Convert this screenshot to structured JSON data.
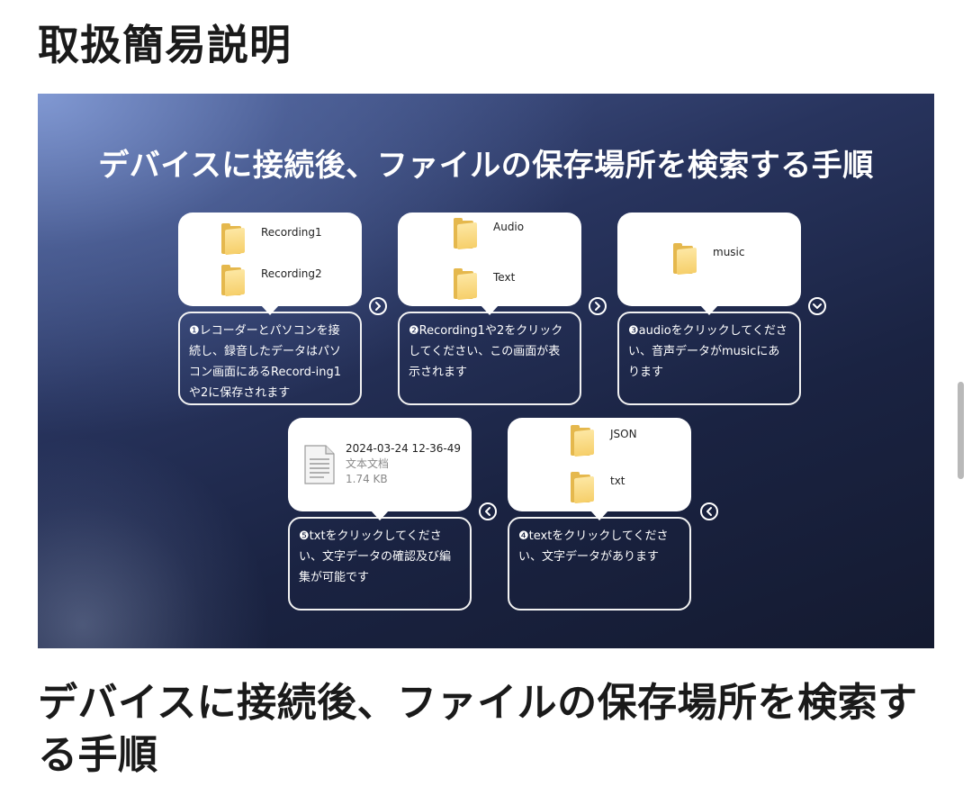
{
  "page": {
    "heading": "取扱簡易説明",
    "bottom_heading": "デバイスに接続後、ファイルの保存場所を検索する手順"
  },
  "banner": {
    "title": "デバイスに接続後、ファイルの保存場所を検索する手順",
    "steps": [
      {
        "folders": [
          "Recording1",
          "Recording2"
        ],
        "description": "❶レコーダーとパソコンを接続し、録音したデータはパソコン画面にあるRecord-ing1や2に保存されます"
      },
      {
        "folders": [
          "Audio",
          "Text"
        ],
        "description": "❷Recording1や2をクリックしてください、この画面が表示されます"
      },
      {
        "folders": [
          "music"
        ],
        "description": "❸audioをクリックしてください、音声データがmusicにあります"
      },
      {
        "folders": [
          "JSON",
          "txt"
        ],
        "description": "❹textをクリックしてください、文字データがあります"
      },
      {
        "file": {
          "name": "2024-03-24 12-36-49",
          "type": "文本文档",
          "size": "1.74 KB"
        },
        "description": "❺txtをクリックしてください、文字データの確認及び編集が可能です"
      }
    ],
    "arrows": [
      "arrow-right-icon",
      "arrow-right-icon",
      "arrow-down-icon",
      "arrow-left-icon",
      "arrow-left-icon"
    ],
    "colors": {
      "background_dark": "#1a2342",
      "background_light": "#849cd6",
      "folder": "#f6cf6a",
      "text": "#ffffff"
    }
  }
}
